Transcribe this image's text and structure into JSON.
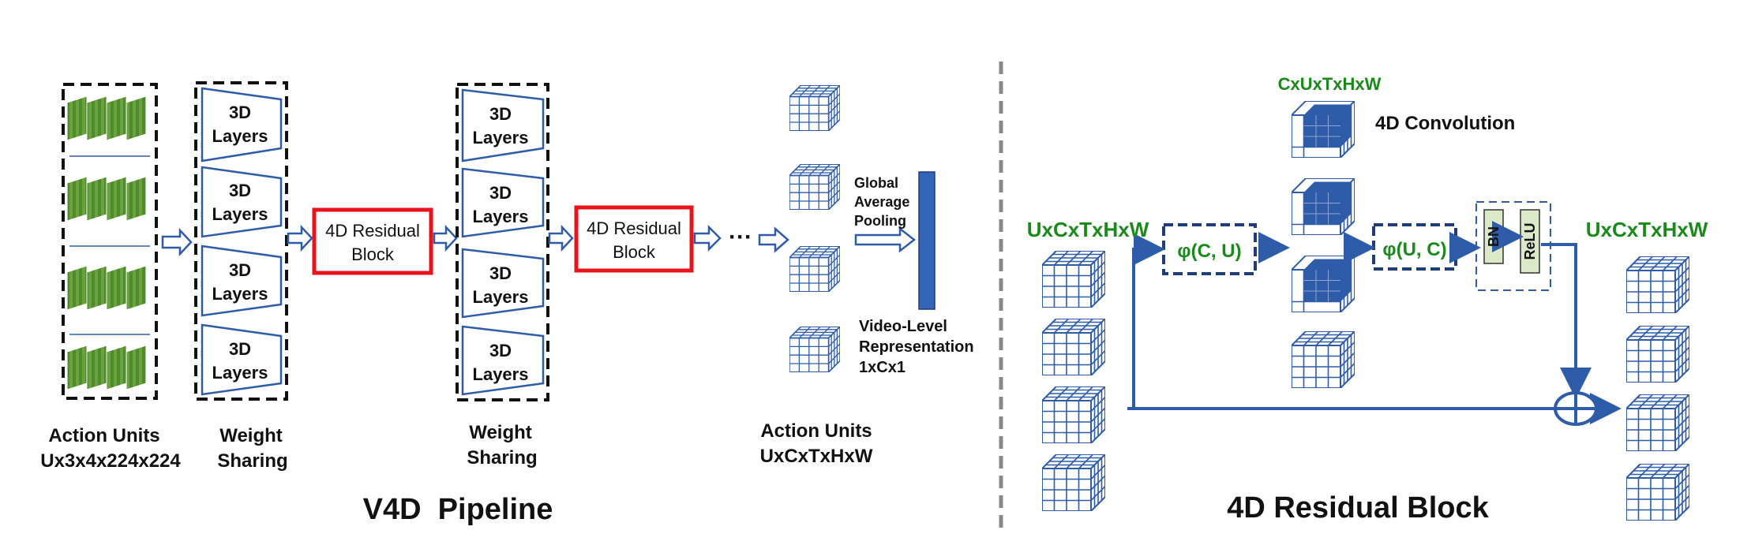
{
  "pipeline": {
    "title": "V4D  Pipeline",
    "action_units_label": [
      "Action Units",
      "Ux3x4x224x224"
    ],
    "weight_sharing_label": [
      "Weight",
      "Sharing"
    ],
    "layer_label": [
      "3D",
      "Layers"
    ],
    "residual_block_label": [
      "4D Residual",
      "Block"
    ],
    "ellipsis": "···",
    "action_units_out_label": [
      "Action Units",
      "UxCxTxHxW"
    ],
    "gap_label": [
      "Global",
      "Average",
      "Pooling"
    ],
    "video_rep_label": [
      "Video-Level",
      "Representation",
      "1xCx1"
    ]
  },
  "residual_block": {
    "title": "4D Residual Block",
    "input_dims": "UxCxTxHxW",
    "output_dims": "UxCxTxHxW",
    "conv_dims": "CxUxTxHxW",
    "conv_label": "4D Convolution",
    "permute1": "φ(C, U)",
    "permute2": "φ(U, C)",
    "bn": "BN",
    "relu": "ReLU"
  },
  "colors": {
    "blue": "#2e5ca8",
    "dark_blue": "#1f3d7a",
    "green_text": "#1a8a1a",
    "red": "#e8141c",
    "gray_dash": "#888888"
  }
}
